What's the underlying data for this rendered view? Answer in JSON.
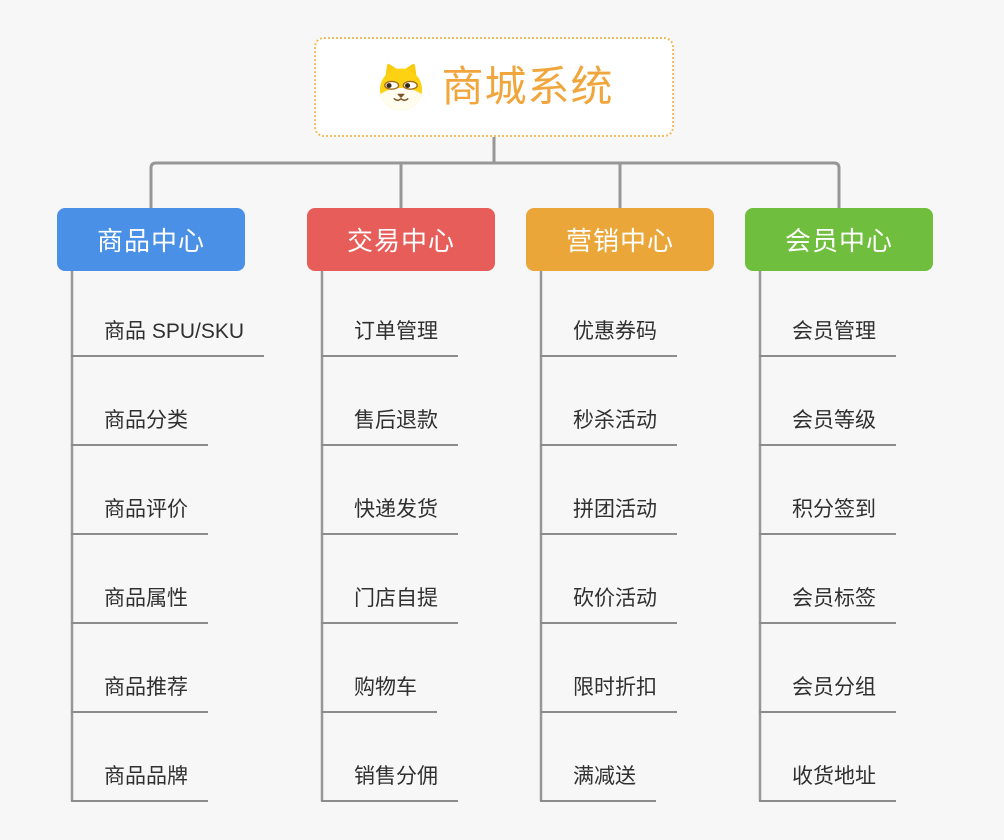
{
  "root": {
    "title": "商城系统",
    "icon": "doge-icon"
  },
  "branches": [
    {
      "label": "商品中心",
      "color": "#4A90E7",
      "items": [
        "商品 SPU/SKU",
        "商品分类",
        "商品评价",
        "商品属性",
        "商品推荐",
        "商品品牌"
      ]
    },
    {
      "label": "交易中心",
      "color": "#E65D59",
      "items": [
        "订单管理",
        "售后退款",
        "快递发货",
        "门店自提",
        "购物车",
        "销售分佣"
      ]
    },
    {
      "label": "营销中心",
      "color": "#EBA63A",
      "items": [
        "优惠券码",
        "秒杀活动",
        "拼团活动",
        "砍价活动",
        "限时折扣",
        "满减送"
      ]
    },
    {
      "label": "会员中心",
      "color": "#6FBE3E",
      "items": [
        "会员管理",
        "会员等级",
        "积分签到",
        "会员标签",
        "会员分组",
        "收货地址"
      ]
    }
  ],
  "colors": {
    "background": "#F7F7F7",
    "connector": "#979797",
    "leaf_line": "#8C8C8C",
    "leaf_text": "#303030",
    "root_text": "#F0A63C",
    "root_border": "#F4BB5E",
    "node_text": "#FFFFFF"
  }
}
